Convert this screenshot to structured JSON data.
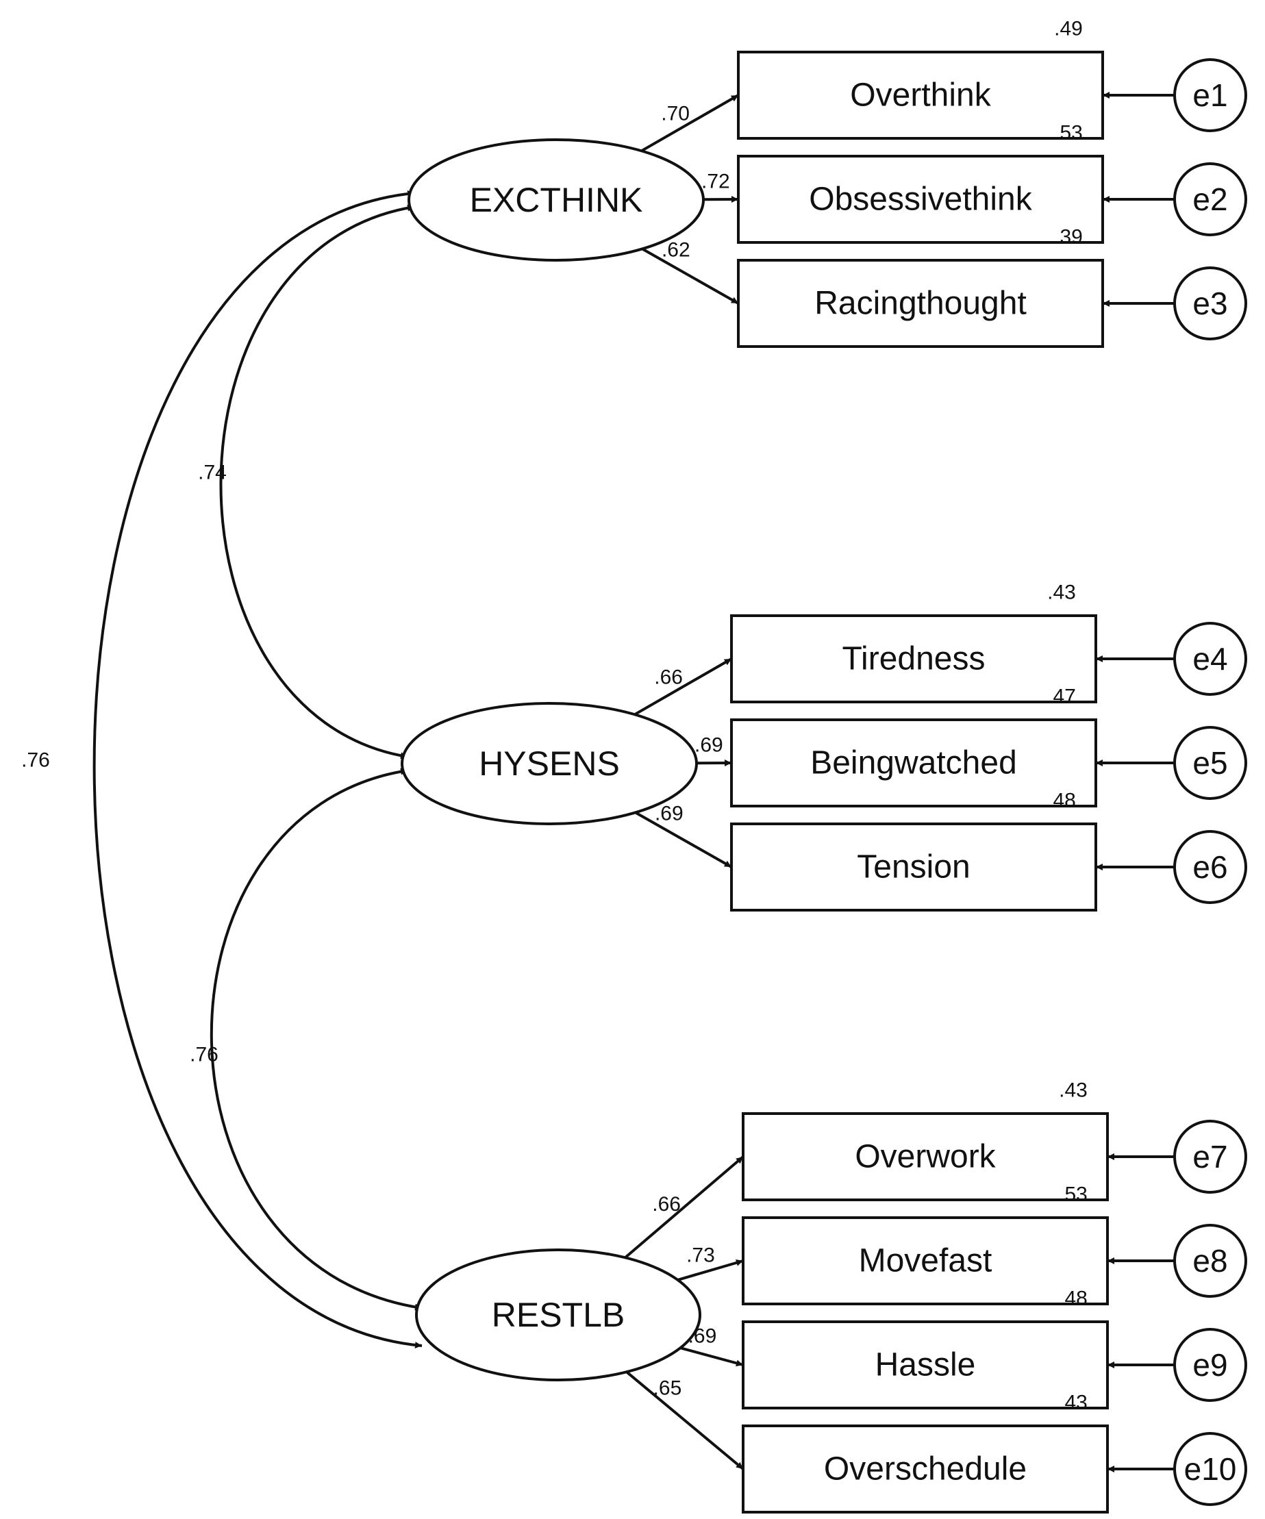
{
  "latents": [
    {
      "id": "excthink",
      "label": "EXCTHINK"
    },
    {
      "id": "hysens",
      "label": "HYSENS"
    },
    {
      "id": "restlb",
      "label": "RESTLB"
    }
  ],
  "indicators": [
    {
      "id": "overthink",
      "label": "Overthink",
      "latent": "excthink",
      "loading": ".70",
      "r2": ".49",
      "error": "e1"
    },
    {
      "id": "obsessivethink",
      "label": "Obsessivethink",
      "latent": "excthink",
      "loading": ".72",
      "r2": ".53",
      "error": "e2"
    },
    {
      "id": "racingthought",
      "label": "Racingthought",
      "latent": "excthink",
      "loading": ".62",
      "r2": ".39",
      "error": "e3"
    },
    {
      "id": "tiredness",
      "label": "Tiredness",
      "latent": "hysens",
      "loading": ".66",
      "r2": ".43",
      "error": "e4"
    },
    {
      "id": "beingwatched",
      "label": "Beingwatched",
      "latent": "hysens",
      "loading": ".69",
      "r2": ".47",
      "error": "e5"
    },
    {
      "id": "tension",
      "label": "Tension",
      "latent": "hysens",
      "loading": ".69",
      "r2": ".48",
      "error": "e6"
    },
    {
      "id": "overwork",
      "label": "Overwork",
      "latent": "restlb",
      "loading": ".66",
      "r2": ".43",
      "error": "e7"
    },
    {
      "id": "movefast",
      "label": "Movefast",
      "latent": "restlb",
      "loading": ".73",
      "r2": ".53",
      "error": "e8"
    },
    {
      "id": "hassle",
      "label": "Hassle",
      "latent": "restlb",
      "loading": ".69",
      "r2": ".48",
      "error": "e9"
    },
    {
      "id": "overschedule",
      "label": "Overschedule",
      "latent": "restlb",
      "loading": ".65",
      "r2": ".43",
      "error": "e10"
    }
  ],
  "correlations": [
    {
      "from": "excthink",
      "to": "hysens",
      "value": ".74"
    },
    {
      "from": "hysens",
      "to": "restlb",
      "value": ".76"
    },
    {
      "from": "excthink",
      "to": "restlb",
      "value": ".76"
    }
  ]
}
